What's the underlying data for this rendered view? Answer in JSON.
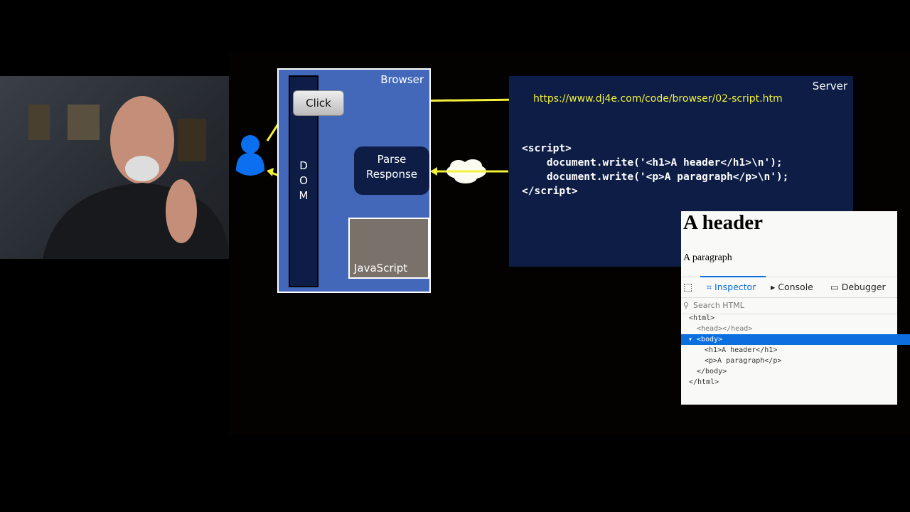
{
  "diagram": {
    "browser_label": "Browser",
    "dom_letters": [
      "D",
      "O",
      "M"
    ],
    "click_label": "Click",
    "parse_label_line1": "Parse",
    "parse_label_line2": "Response",
    "js_label": "JavaScript",
    "server_label": "Server",
    "url": "https://www.dj4e.com/code/browser/02-script.htm",
    "code": "<script>\n    document.write('<h1>A header</h1>\\n');\n    document.write('<p>A paragraph</p>\\n');\n</script>",
    "arrow_color": "#f2f23a",
    "user_icon": "person-icon",
    "cloud_icon": "cloud-icon"
  },
  "devtools": {
    "page_h1": "A header",
    "page_p": "A paragraph",
    "tabs": [
      "Inspector",
      "Console",
      "Debugger"
    ],
    "active_tab": "Inspector",
    "search_placeholder": "Search HTML",
    "tree": [
      "<html>",
      "<head></head>",
      "<body>",
      "<h1>A header</h1>",
      "<p>A paragraph</p>",
      "</body>",
      "</html>"
    ],
    "selected_node": "<body>"
  }
}
